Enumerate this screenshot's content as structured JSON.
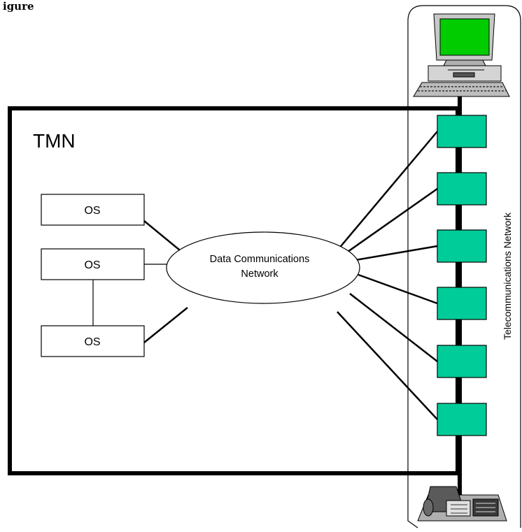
{
  "heading": "igure",
  "tmn": {
    "label": "TMN"
  },
  "operations_systems": [
    {
      "label": "OS"
    },
    {
      "label": "OS"
    },
    {
      "label": "OS"
    }
  ],
  "dcn": {
    "line1": "Data Communications",
    "line2": "Network"
  },
  "telecom_network": {
    "label": "Telecommunications Network"
  },
  "colors": {
    "network_element_fill": "#00cc99",
    "monitor_screen": "#00cc00",
    "line": "#000000"
  },
  "network_elements_count": 6,
  "icons": [
    "workstation-icon",
    "telephone-icon"
  ]
}
